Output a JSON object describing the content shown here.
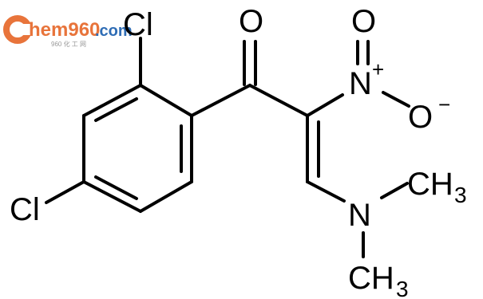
{
  "watermark": {
    "brand": "hem960",
    "tld": ".com",
    "sub": "960 化 工 网",
    "colors": {
      "orange": "#e8743b",
      "blue": "#2f6db5"
    }
  },
  "atoms": {
    "cl_top": "Cl",
    "cl_left": "Cl",
    "oxygen_ketone": "O",
    "nitro_n": "N",
    "nitro_n_charge": "+",
    "nitro_o": "O",
    "nitro_o_charge": "−",
    "amine_n": "N",
    "methyl_top": "CH",
    "methyl_top_sub": "3",
    "methyl_bottom": "CH",
    "methyl_bottom_sub": "3"
  }
}
